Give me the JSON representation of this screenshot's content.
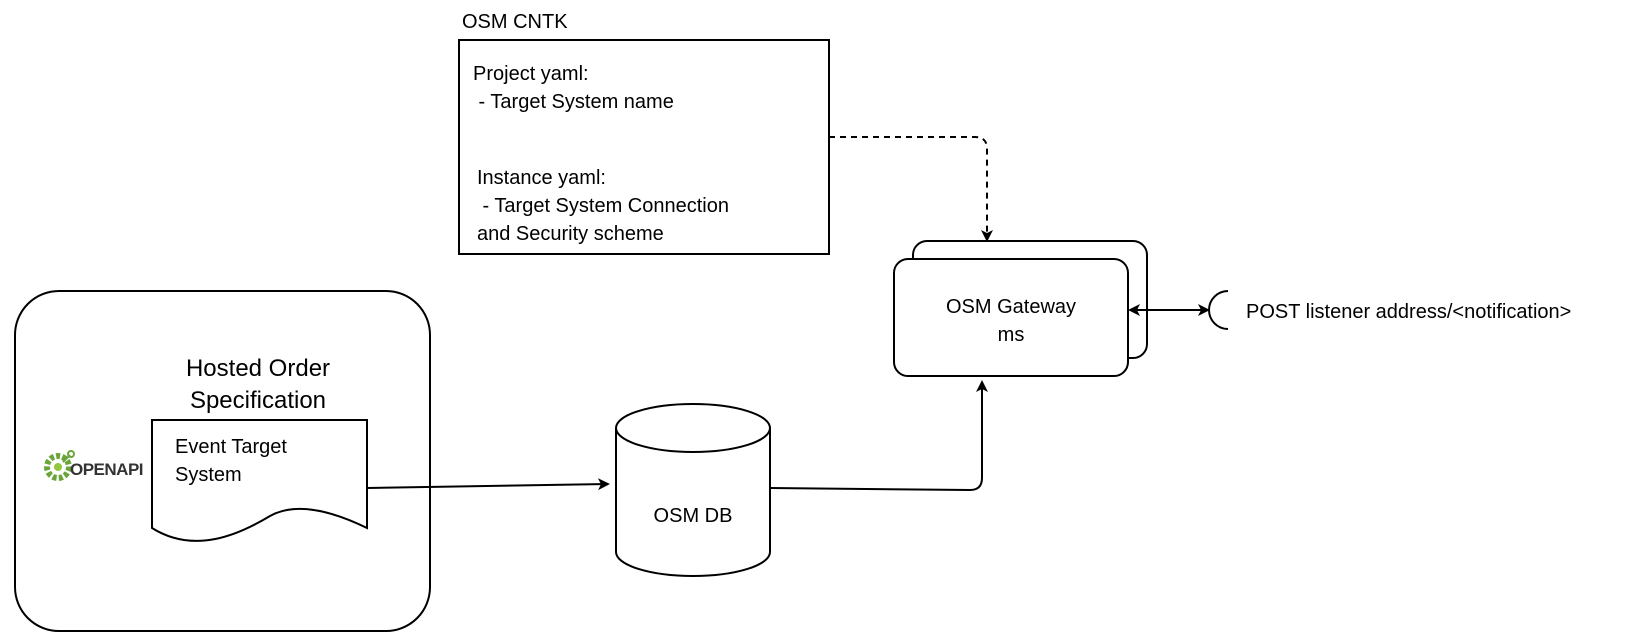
{
  "cntk": {
    "title": "OSM CNTK",
    "project_label": "Project yaml:",
    "project_item": " - Target System name",
    "instance_label": "Instance yaml:",
    "instance_item_1": " - Target System Connection",
    "instance_item_2": "and Security scheme"
  },
  "hosted": {
    "title_line1": "Hosted Order",
    "title_line2": "Specification",
    "logo_text": "OPENAPI",
    "doc_line1": "Event Target",
    "doc_line2": "System"
  },
  "db": {
    "label": "OSM DB"
  },
  "gateway": {
    "label_line1": "OSM Gateway",
    "label_line2": "ms"
  },
  "listener": {
    "label": "POST listener address/<notification>"
  },
  "colors": {
    "stroke": "#000000",
    "background": "#ffffff",
    "logo_green_dark": "#6BA539",
    "logo_green_light": "#93C83E",
    "logo_text": "#333333"
  }
}
